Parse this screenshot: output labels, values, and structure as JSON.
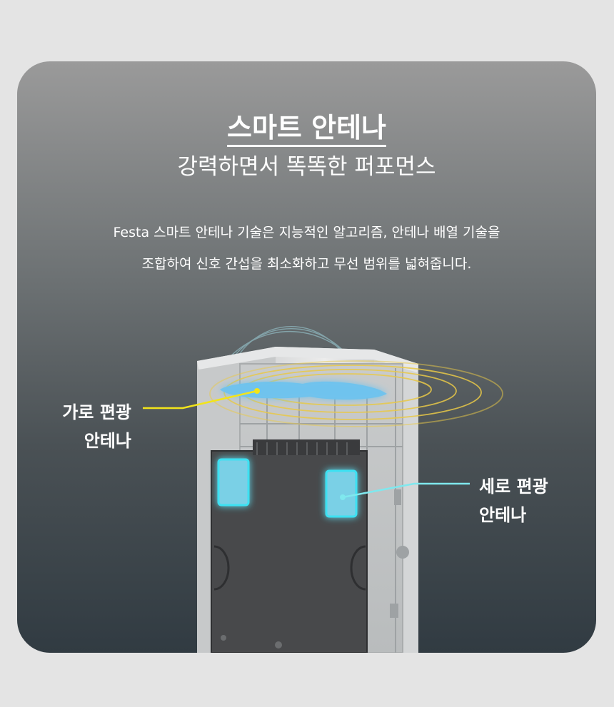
{
  "header": {
    "title": "스마트 안테나",
    "subtitle": "강력하면서 똑똑한 퍼포먼스"
  },
  "description": {
    "line1": "Festa 스마트 안테나 기술은 지능적인 알고리즘, 안테나 배열 기술을",
    "line2": "조합하여 신호 간섭을 최소화하고 무선 범위를 넓혀줍니다."
  },
  "callouts": {
    "horizontal": {
      "line1": "가로 편광",
      "line2": "안테나",
      "color": "#f2e41a"
    },
    "vertical": {
      "line1": "세로 편광",
      "line2": "안테나",
      "color": "#7fe8ee"
    }
  },
  "colors": {
    "page_background": "#e4e4e4",
    "card_top": "#9a9a9a",
    "card_bottom": "#313b42",
    "antenna_glow": "#4fd8ee",
    "wave_ring": "#e9c948"
  }
}
